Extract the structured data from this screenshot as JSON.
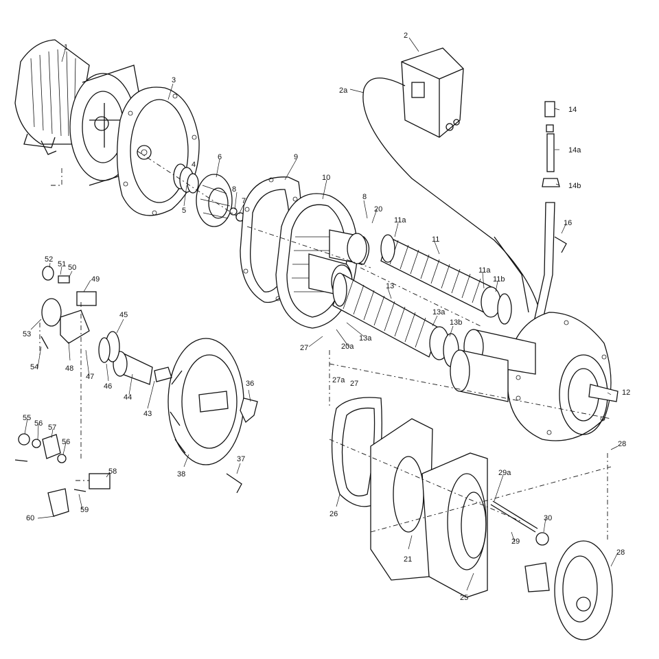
{
  "labels": {
    "l1": "1",
    "l2": "2",
    "l2a": "2a",
    "l3": "3",
    "l4": "4",
    "l5": "5",
    "l6": "6",
    "l7": "7",
    "l8a": "8",
    "l8b": "8",
    "l9": "9",
    "l10": "10",
    "l11": "11",
    "l11a1": "11a",
    "l11a2": "11a",
    "l11b": "11b",
    "l12": "12",
    "l13": "13",
    "l13a1": "13a",
    "l13a2": "13a",
    "l13b": "13b",
    "l14": "14",
    "l14a": "14a",
    "l14b": "14b",
    "l16": "16",
    "l20": "20",
    "l20a": "20a",
    "l21": "21",
    "l25": "25",
    "l26": "26",
    "l27": "27",
    "l27b": "27",
    "l27a": "27a",
    "l28a": "28",
    "l28b": "28",
    "l29": "29",
    "l29a": "29a",
    "l30": "30",
    "l36": "36",
    "l37": "37",
    "l38": "38",
    "l43": "43",
    "l44": "44",
    "l45": "45",
    "l46": "46",
    "l47": "47",
    "l48": "48",
    "l49": "49",
    "l50": "50",
    "l51": "51",
    "l52": "52",
    "l53": "53",
    "l54": "54",
    "l55": "55",
    "l56a": "56",
    "l56b": "56",
    "l57": "57",
    "l58": "58",
    "l59": "59",
    "l60": "60"
  }
}
